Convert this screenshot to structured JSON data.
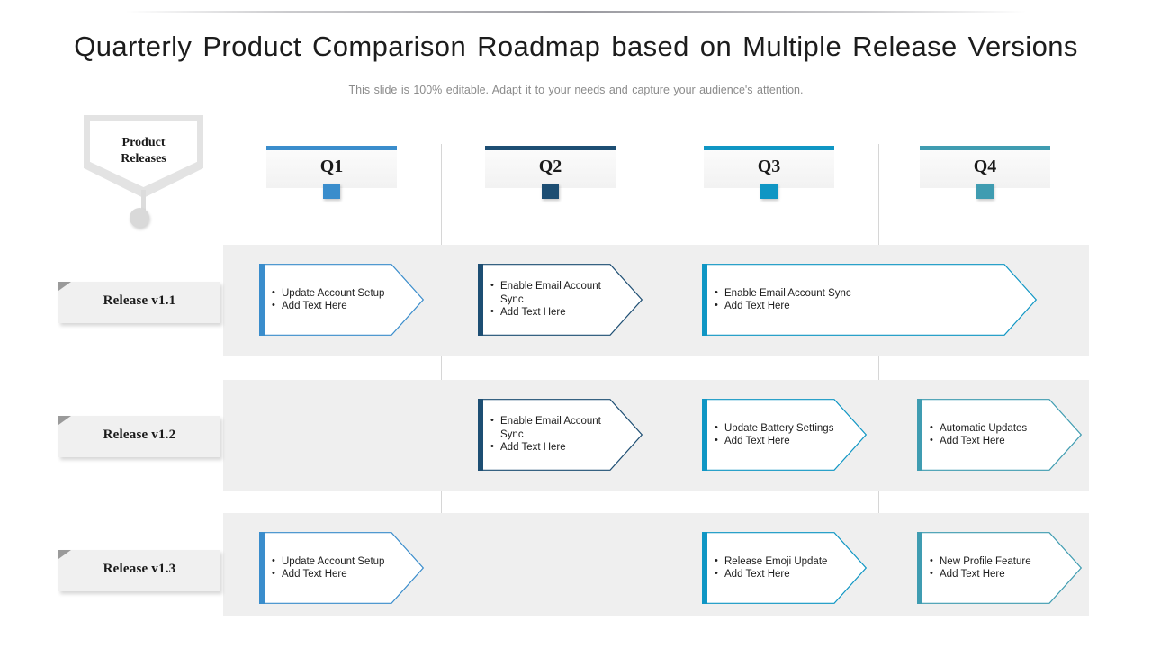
{
  "header": {
    "title": "Quarterly Product Comparison Roadmap based on Multiple Release Versions",
    "subtitle": "This slide is 100% editable. Adapt it to your needs and capture your audience's attention."
  },
  "banner": {
    "line1": "Product",
    "line2": "Releases"
  },
  "colors": {
    "q1": "#3a8dcc",
    "q2": "#1d4e73",
    "q3": "#0f96c4",
    "q4": "#3f9cb1",
    "band": "#efefef",
    "divider": "#d6d6d6",
    "tag_bg": "#f0f0f0",
    "title_text": "#1c1c1c",
    "subtitle_text": "#8b8b8b"
  },
  "quarters": [
    {
      "label": "Q1",
      "color": "#3a8dcc"
    },
    {
      "label": "Q2",
      "color": "#1d4e73"
    },
    {
      "label": "Q3",
      "color": "#0f96c4"
    },
    {
      "label": "Q4",
      "color": "#3f9cb1"
    }
  ],
  "releases": [
    {
      "label": "Release v1.1"
    },
    {
      "label": "Release v1.2"
    },
    {
      "label": "Release v1.3"
    }
  ],
  "cells": [
    {
      "release": "Release v1.1",
      "quarter": "Q1",
      "color": "#3a8dcc",
      "span": 1,
      "bullets": [
        "Update Account Setup",
        "Add Text Here"
      ]
    },
    {
      "release": "Release v1.1",
      "quarter": "Q2",
      "color": "#1d4e73",
      "span": 1,
      "bullets": [
        "Enable Email Account Sync",
        "Add Text Here"
      ]
    },
    {
      "release": "Release v1.1",
      "quarter": "Q3",
      "color": "#0f96c4",
      "span": 2,
      "bullets": [
        "Enable Email Account Sync",
        "Add Text Here"
      ]
    },
    {
      "release": "Release v1.2",
      "quarter": "Q2",
      "color": "#1d4e73",
      "span": 1,
      "bullets": [
        "Enable Email Account Sync",
        "Add Text Here"
      ]
    },
    {
      "release": "Release v1.2",
      "quarter": "Q3",
      "color": "#0f96c4",
      "span": 1,
      "bullets": [
        "Update Battery Settings",
        "Add Text Here"
      ]
    },
    {
      "release": "Release v1.2",
      "quarter": "Q4",
      "color": "#3f9cb1",
      "span": 1,
      "bullets": [
        "Automatic Updates",
        "Add Text Here"
      ]
    },
    {
      "release": "Release v1.3",
      "quarter": "Q1",
      "color": "#3a8dcc",
      "span": 1,
      "bullets": [
        "Update Account Setup",
        "Add Text Here"
      ]
    },
    {
      "release": "Release v1.3",
      "quarter": "Q3",
      "color": "#0f96c4",
      "span": 1,
      "bullets": [
        "Release Emoji Update",
        "Add Text Here"
      ]
    },
    {
      "release": "Release v1.3",
      "quarter": "Q4",
      "color": "#3f9cb1",
      "span": 1,
      "bullets": [
        "New Profile Feature",
        "Add Text Here"
      ]
    }
  ]
}
